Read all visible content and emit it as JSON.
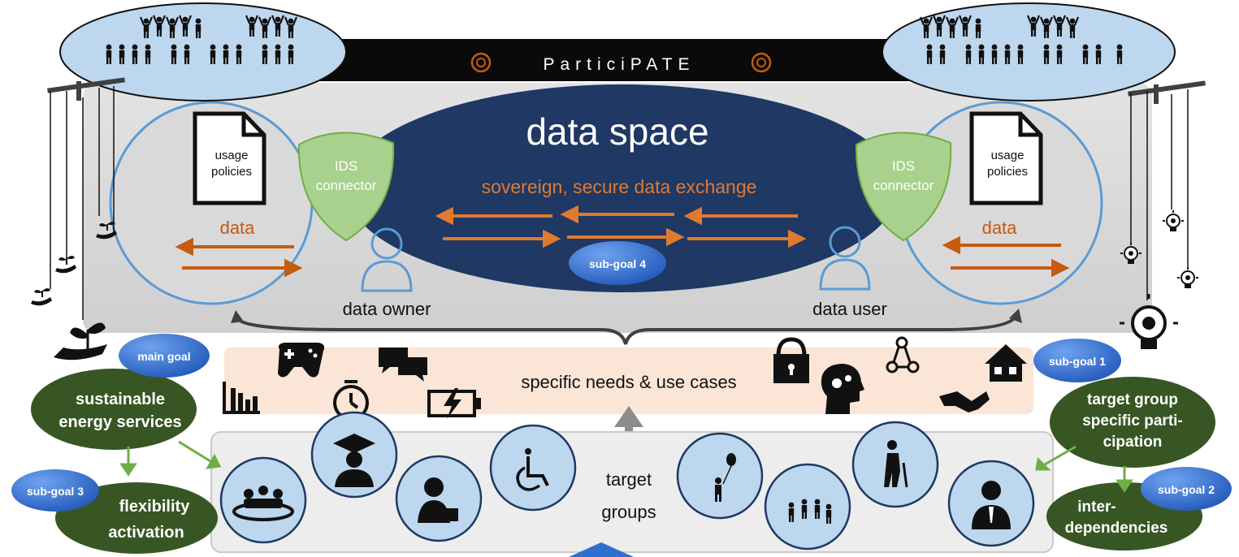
{
  "header": {
    "title": "ParticiPATE",
    "logo_icon": "rose-logo-icon"
  },
  "data_space": {
    "title": "data space",
    "subtitle": "sovereign, secure data exchange",
    "goal_badge": "sub-goal 4"
  },
  "left_participant": {
    "doc_line1": "usage",
    "doc_line2": "policies",
    "connector_line1": "IDS",
    "connector_line2": "connector",
    "data_label": "data",
    "role": "data owner"
  },
  "right_participant": {
    "doc_line1": "usage",
    "doc_line2": "policies",
    "connector_line1": "IDS",
    "connector_line2": "connector",
    "data_label": "data",
    "role": "data user"
  },
  "needs": {
    "label": "specific needs & use cases",
    "icons": [
      "bar-chart-icon",
      "gamepad-icon",
      "stopwatch-icon",
      "chat-bubbles-icon",
      "battery-charging-icon",
      "padlock-icon",
      "head-gears-icon",
      "network-people-icon",
      "handshake-icon",
      "house-icon"
    ]
  },
  "target_groups": {
    "line1": "target",
    "line2": "groups",
    "icons": [
      "group-meeting-icon",
      "graduate-icon",
      "shopper-icon",
      "wheelchair-icon",
      "child-balloon-icon",
      "family-icon",
      "elderly-cane-icon",
      "businessman-icon"
    ]
  },
  "goals": {
    "main_badge": "main goal",
    "main_line1": "sustainable",
    "main_line2": "energy services",
    "sg3_badge": "sub-goal 3",
    "sg3_line1": "flexibility",
    "sg3_line2": "activation",
    "sg1_badge": "sub-goal 1",
    "sg1_line1": "target group",
    "sg1_line2": "specific parti-",
    "sg1_line3": "cipation",
    "sg2_badge": "sub-goal 2",
    "sg2_line1": "inter-",
    "sg2_line2": "dependencies"
  },
  "decor_icons": [
    "crowd-icon",
    "puppet-strings-icon",
    "plant-hand-icon",
    "lightbulb-gear-icon"
  ],
  "colors": {
    "navy": "#1f3864",
    "orange": "#c55a11",
    "green_dark": "#375623",
    "shield_green": "#a9d18e",
    "badge_blue": "#2f6fd0",
    "light_blue": "#bdd7ee",
    "peach": "#fbe5d6",
    "grey_panel": "#d9d9d9"
  }
}
